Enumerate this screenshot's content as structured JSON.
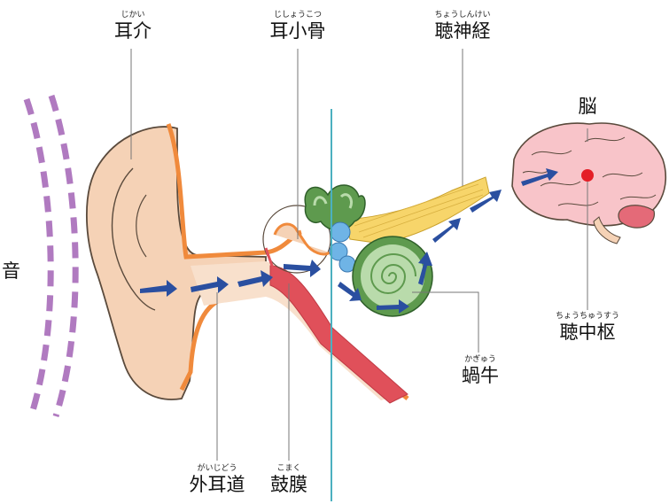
{
  "labels": {
    "auricle": {
      "ruby": "じかい",
      "text": "耳介"
    },
    "ossicles": {
      "ruby": "じしょうこつ",
      "text": "耳小骨"
    },
    "auditory_nerve": {
      "ruby": "ちょうしんけい",
      "text": "聴神経"
    },
    "brain": {
      "ruby": "",
      "text": "脳"
    },
    "auditory_center": {
      "ruby": "ちょうちゅうすう",
      "text": "聴中枢"
    },
    "cochlea": {
      "ruby": "かぎゅう",
      "text": "蝸牛"
    },
    "ear_canal": {
      "ruby": "がいじどう",
      "text": "外耳道"
    },
    "eardrum": {
      "ruby": "こまく",
      "text": "鼓膜"
    },
    "sound": {
      "ruby": "",
      "text": "音"
    }
  },
  "colors": {
    "skin": "#f5d2b6",
    "skin_outline": "#5a4a3c",
    "canal_orange": "#f08a3c",
    "inner_red": "#e0505a",
    "nerve_yellow": "#f7d56a",
    "cochlea_green": "#5e9a4e",
    "ossicle_blue": "#6fb4e6",
    "brain_pink": "#f8c4c9",
    "arrow_blue": "#2a4fa0",
    "sound_wave_purple": "#b07ac0",
    "divider_teal": "#4bb0c0",
    "center_dot_red": "#e41e26"
  }
}
